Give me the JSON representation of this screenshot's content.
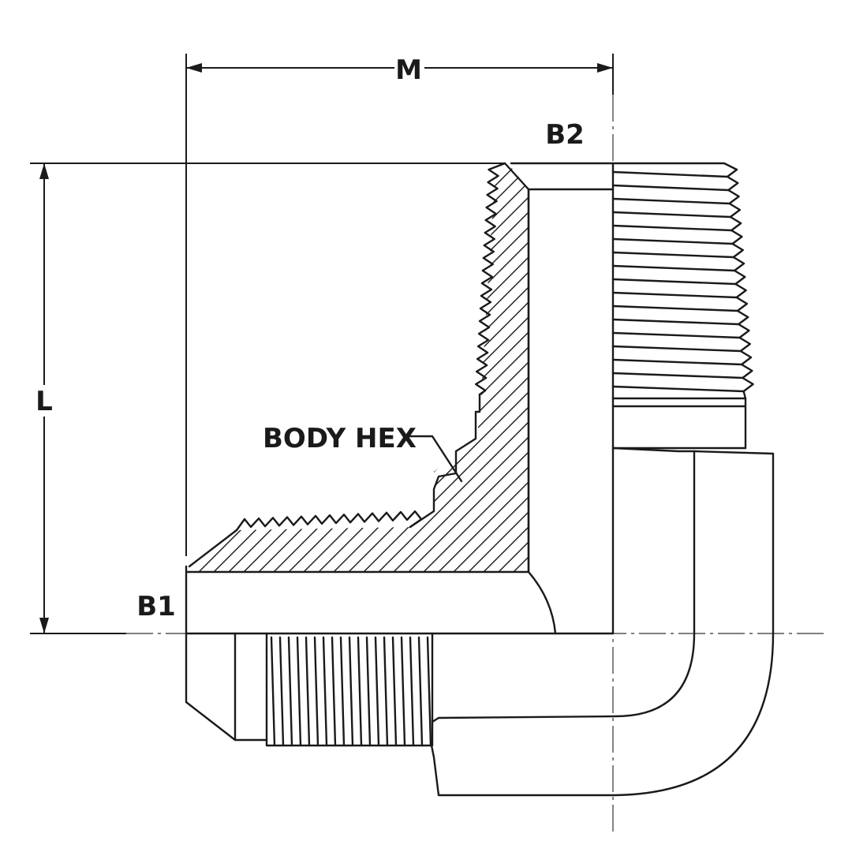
{
  "labels": {
    "dim_m": "M",
    "dim_l": "L",
    "port_b1": "B1",
    "port_b2": "B2",
    "callout_body_hex": "BODY HEX"
  },
  "colors": {
    "line": "#1a1a1a",
    "background": "#ffffff"
  }
}
